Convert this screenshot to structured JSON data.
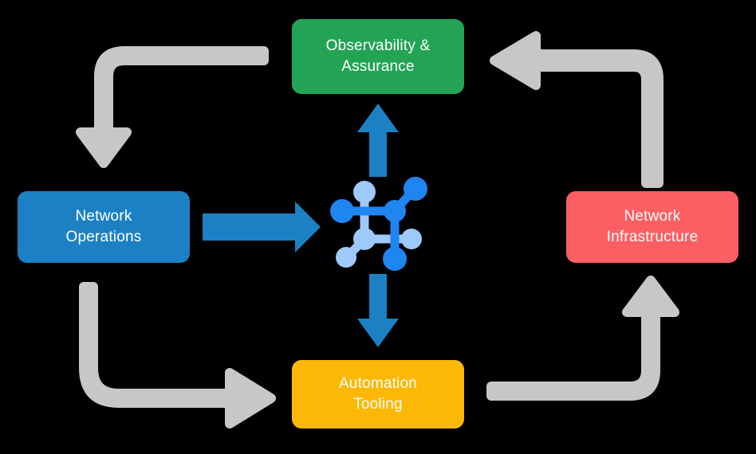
{
  "diagram": {
    "title": "Network automation lifecycle cycle diagram",
    "background_color": "#000000",
    "boxes": [
      {
        "id": "observability",
        "label_line1": "Observability &",
        "label_line2": "Assurance",
        "color": "#23a455",
        "text_color": "#ffffff"
      },
      {
        "id": "network-operations",
        "label_line1": "Network",
        "label_line2": "Operations",
        "color": "#1b81c4",
        "text_color": "#ffffff"
      },
      {
        "id": "network-infrastructure",
        "label_line1": "Network",
        "label_line2": "Infrastructure",
        "color": "#fc5f63",
        "text_color": "#ffffff"
      },
      {
        "id": "automation-tooling",
        "label_line1": "Automation",
        "label_line2": "Tooling",
        "color": "#fcb808",
        "text_color": "#ffffff"
      }
    ],
    "center_icon": {
      "name": "network-topology-icon",
      "color_dark": "#1f85f0",
      "color_light": "#9ec9fb"
    },
    "arrows": {
      "blue_color": "#1b81c4",
      "gray_color": "#c7c7c7",
      "blue": [
        {
          "id": "ops-to-center",
          "direction": "right"
        },
        {
          "id": "center-to-observability",
          "direction": "up"
        },
        {
          "id": "center-to-automation",
          "direction": "down"
        }
      ],
      "gray": [
        {
          "id": "observability-to-operations",
          "direction": "down"
        },
        {
          "id": "infrastructure-to-observability",
          "direction": "left"
        },
        {
          "id": "operations-to-automation",
          "direction": "right"
        },
        {
          "id": "automation-to-infrastructure",
          "direction": "up"
        }
      ]
    }
  }
}
